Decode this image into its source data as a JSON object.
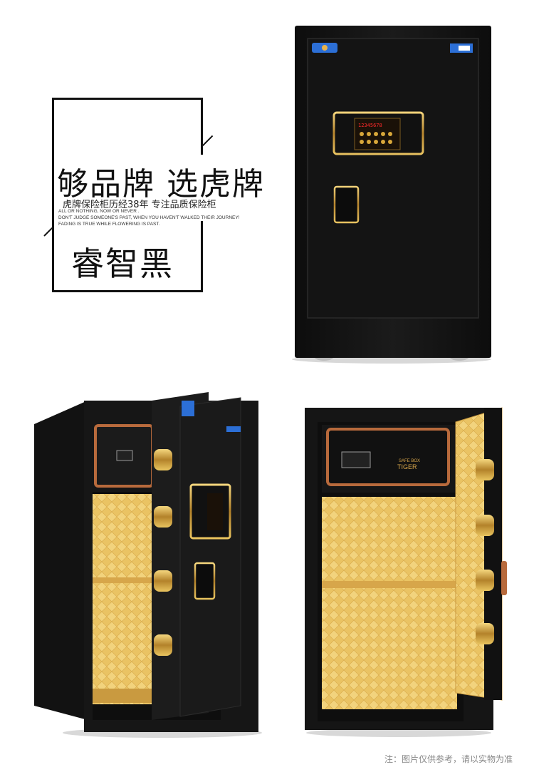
{
  "headline": "够品牌 选虎牌",
  "subline": "虎牌保险柜历经38年  专注品质保险柜",
  "english": [
    "ALL OR NOTHING, NOW OR NEVER .",
    "DON'T JUDGE SOMEONE'S PAST, WHEN YOU HAVEN'T WALKED THEIR JOURNEY!",
    "FADING IS TRUE WHILE FLOWERING IS PAST."
  ],
  "color_name": "睿智黑",
  "keypad_display": "12345678",
  "brand_plate": {
    "line1": "SAFE BOX",
    "line2": "TIGER"
  },
  "note": "注：图片仅供参考，请以实物为准",
  "colors": {
    "safe_body": "#161616",
    "gold": "#c9a24a",
    "rose_gold": "#b86a3c",
    "interior": "#e9c05e"
  },
  "icons": [
    "logo-badge-icon",
    "sticker-icon",
    "keypad-icon",
    "handle-icon",
    "hinge-bolt-icon"
  ]
}
